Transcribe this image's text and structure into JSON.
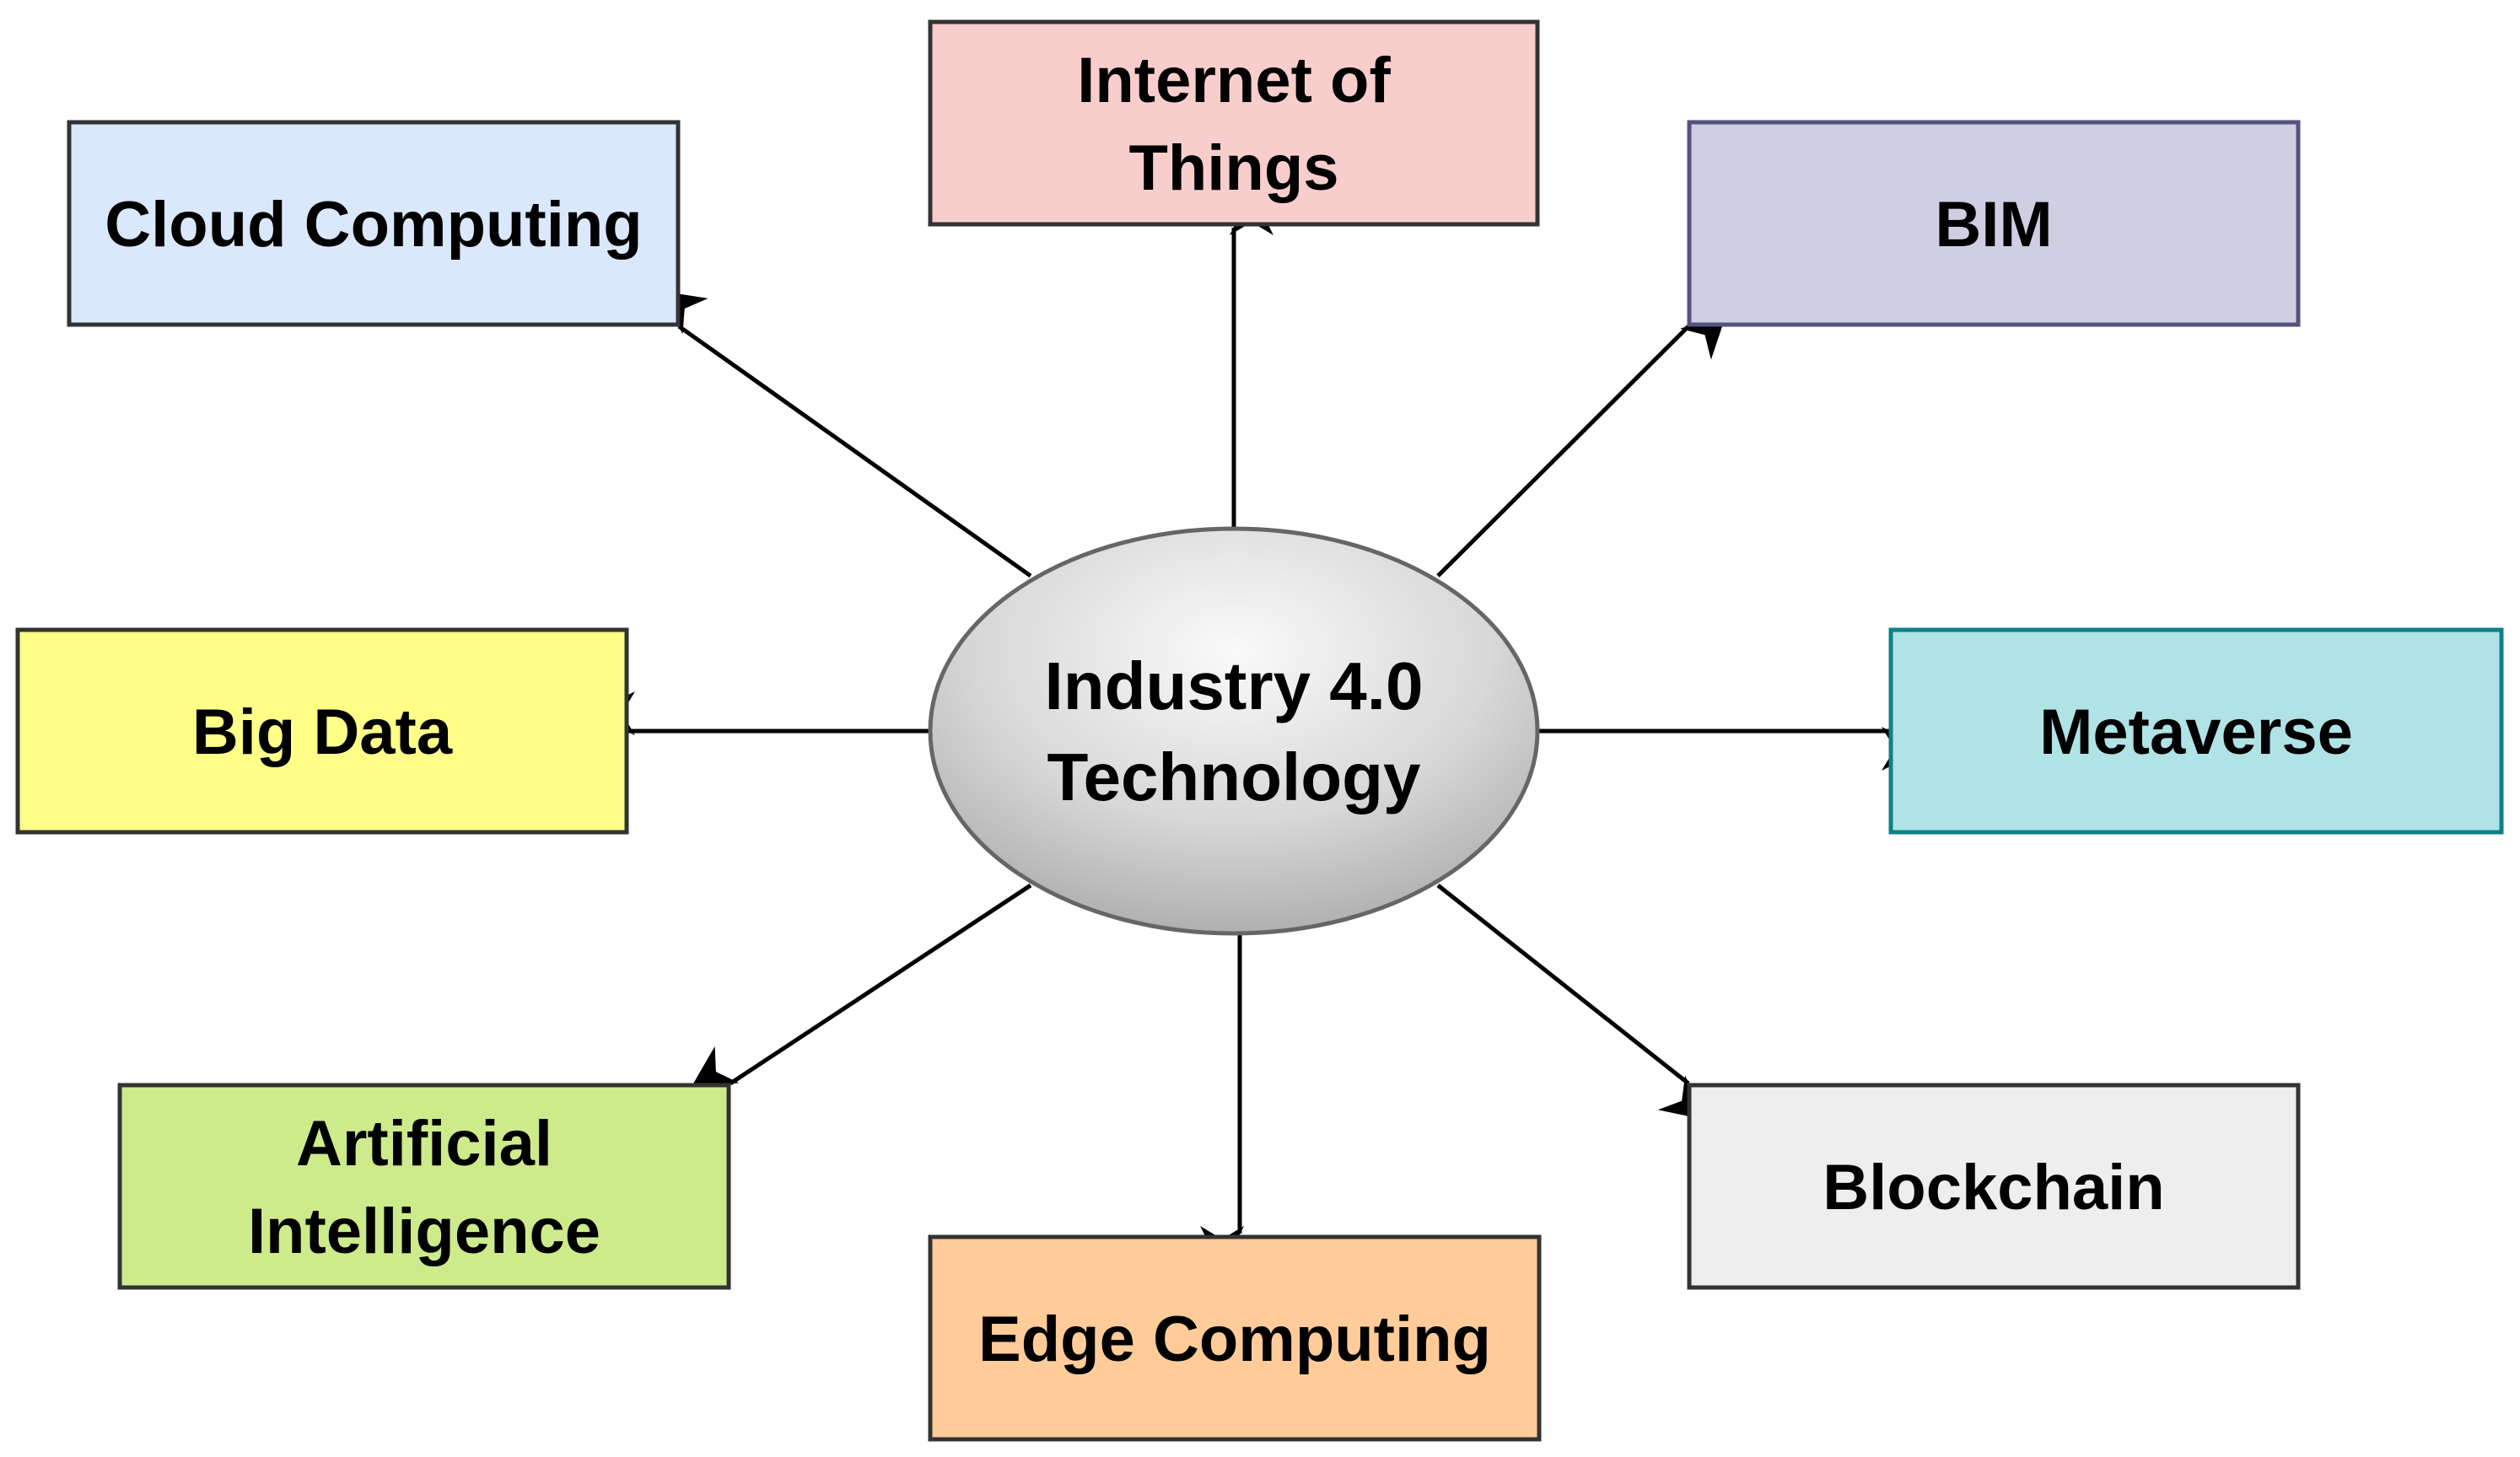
{
  "hub": {
    "lines": [
      "Industry 4.0",
      "Technology"
    ]
  },
  "nodes": [
    {
      "id": "internet-of-things",
      "lines": [
        "Internet of",
        "Things"
      ],
      "fill": "#f8cecc",
      "stroke": "#333333"
    },
    {
      "id": "cloud-computing",
      "lines": [
        "Cloud Computing"
      ],
      "fill": "#dae8fc",
      "stroke": "#333333"
    },
    {
      "id": "bim",
      "lines": [
        "BIM"
      ],
      "fill": "#d0cee2",
      "stroke": "#56517e"
    },
    {
      "id": "big-data",
      "lines": [
        "Big Data"
      ],
      "fill": "#ffff88",
      "stroke": "#333333"
    },
    {
      "id": "metaverse",
      "lines": [
        "Metaverse"
      ],
      "fill": "#b0e3e6",
      "stroke": "#0e8088"
    },
    {
      "id": "artificial-intelligence",
      "lines": [
        "Artificial",
        "Intelligence"
      ],
      "fill": "#cdeb8b",
      "stroke": "#333333"
    },
    {
      "id": "edge-computing",
      "lines": [
        "Edge Computing"
      ],
      "fill": "#ffcc99",
      "stroke": "#333333"
    },
    {
      "id": "blockchain",
      "lines": [
        "Blockchain"
      ],
      "fill": "#eeeeee",
      "stroke": "#333333"
    }
  ]
}
